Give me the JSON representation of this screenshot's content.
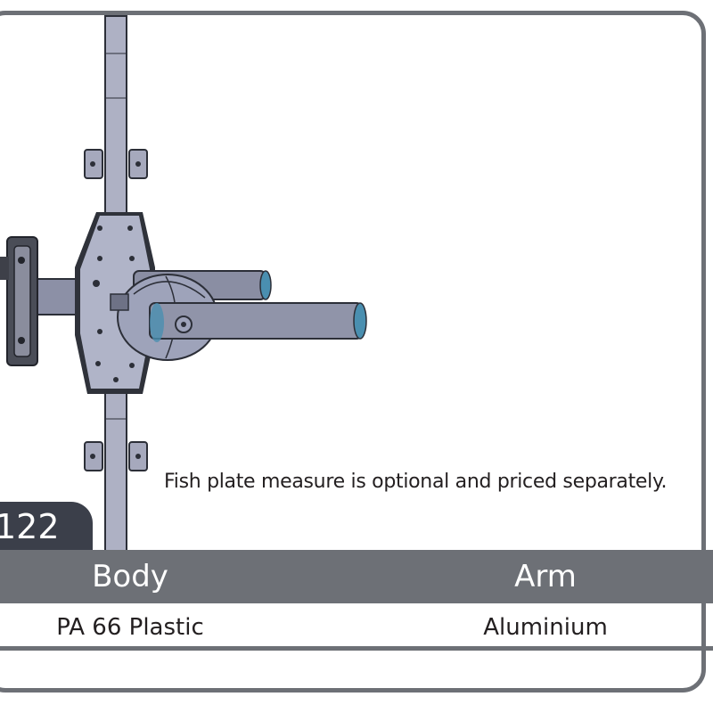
{
  "note": "Fish plate measure is optional and priced separately.",
  "product_code": "122",
  "spec_table": {
    "headers": [
      "Body",
      "Arm"
    ],
    "values": [
      "PA 66 Plastic",
      "Aluminium"
    ]
  },
  "colors": {
    "frame_gray": "#6d7076",
    "tab_dark": "#3b3f4a",
    "part_fill": "#a9adc2",
    "accent_teal": "#4a8fb0"
  }
}
